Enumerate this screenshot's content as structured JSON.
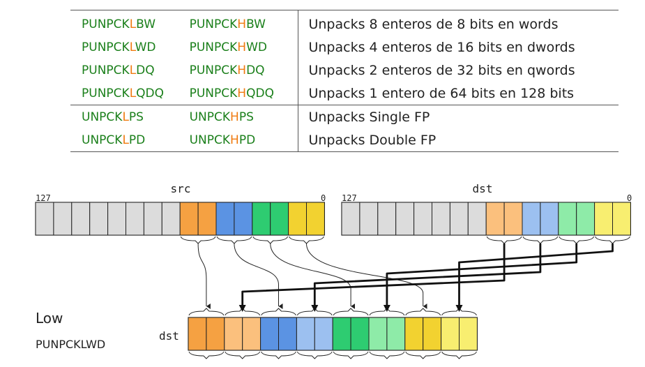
{
  "table": {
    "rows": [
      {
        "low": {
          "prefix": "PUNPCK",
          "letter": "L",
          "suffix": "BW"
        },
        "high": {
          "prefix": "PUNPCK",
          "letter": "H",
          "suffix": "BW"
        },
        "desc": "Unpacks 8 enteros de 8 bits en words"
      },
      {
        "low": {
          "prefix": "PUNPCK",
          "letter": "L",
          "suffix": "WD"
        },
        "high": {
          "prefix": "PUNPCK",
          "letter": "H",
          "suffix": "WD"
        },
        "desc": "Unpacks 4 enteros de 16 bits en dwords"
      },
      {
        "low": {
          "prefix": "PUNPCK",
          "letter": "L",
          "suffix": "DQ"
        },
        "high": {
          "prefix": "PUNPCK",
          "letter": "H",
          "suffix": "DQ"
        },
        "desc": "Unpacks 2 enteros de 32 bits en qwords"
      },
      {
        "low": {
          "prefix": "PUNPCK",
          "letter": "L",
          "suffix": "QDQ"
        },
        "high": {
          "prefix": "PUNPCK",
          "letter": "H",
          "suffix": "QDQ"
        },
        "desc": "Unpacks 1 entero de 64 bits en 128 bits"
      },
      {
        "low": {
          "prefix": "UNPCK",
          "letter": "L",
          "suffix": "PS"
        },
        "high": {
          "prefix": "UNPCK",
          "letter": "H",
          "suffix": "PS"
        },
        "desc": "Unpacks Single FP"
      },
      {
        "low": {
          "prefix": "UNPCK",
          "letter": "L",
          "suffix": "PD"
        },
        "high": {
          "prefix": "UNPCK",
          "letter": "H",
          "suffix": "PD"
        },
        "desc": "Unpacks Double FP"
      }
    ]
  },
  "diagram": {
    "src": {
      "label": "src",
      "bit_high": "127",
      "bit_low": "0"
    },
    "dst": {
      "label": "dst",
      "bit_high": "127",
      "bit_low": "0"
    },
    "result": {
      "label": "dst"
    },
    "caption": {
      "line1": "Low",
      "line2": "PUNPCKLWD"
    }
  },
  "colors": {
    "empty": "#dcdcdc",
    "src_words": [
      "#f5a142",
      "#5b93e3",
      "#2ecc71",
      "#f2d230"
    ],
    "dst_words": [
      "#fbc07d",
      "#9cc0f0",
      "#8eeba8",
      "#f8ee70"
    ],
    "mnemonic_green": "#1a7f1a",
    "mnemonic_orange": "#f07a10"
  }
}
